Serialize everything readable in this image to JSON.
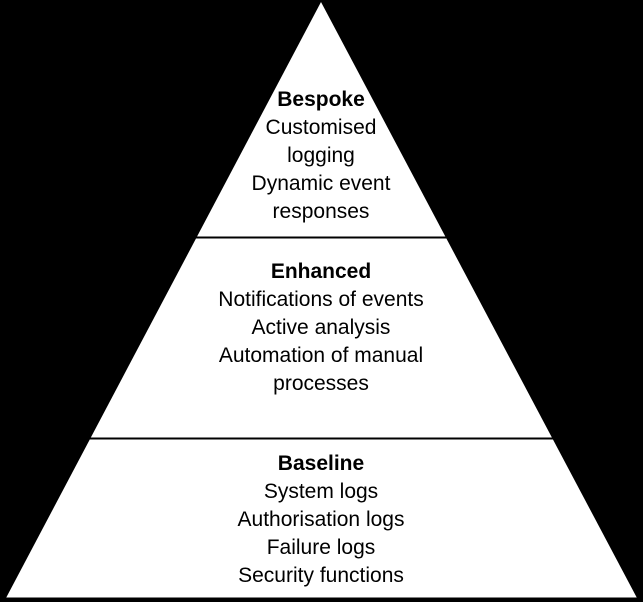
{
  "diagram": {
    "type": "pyramid",
    "background_color": "#000000",
    "pyramid_fill": "#ffffff",
    "divider_color": "#000000",
    "text_color": "#000000",
    "tiers": [
      {
        "heading": "Bespoke",
        "items": [
          "Customised logging",
          "Dynamic event responses"
        ]
      },
      {
        "heading": "Enhanced",
        "items": [
          "Notifications of events",
          "Active analysis",
          "Automation of manual processes"
        ]
      },
      {
        "heading": "Baseline",
        "items": [
          "System logs",
          "Authorisation logs",
          "Failure logs",
          "Security functions"
        ]
      }
    ]
  }
}
